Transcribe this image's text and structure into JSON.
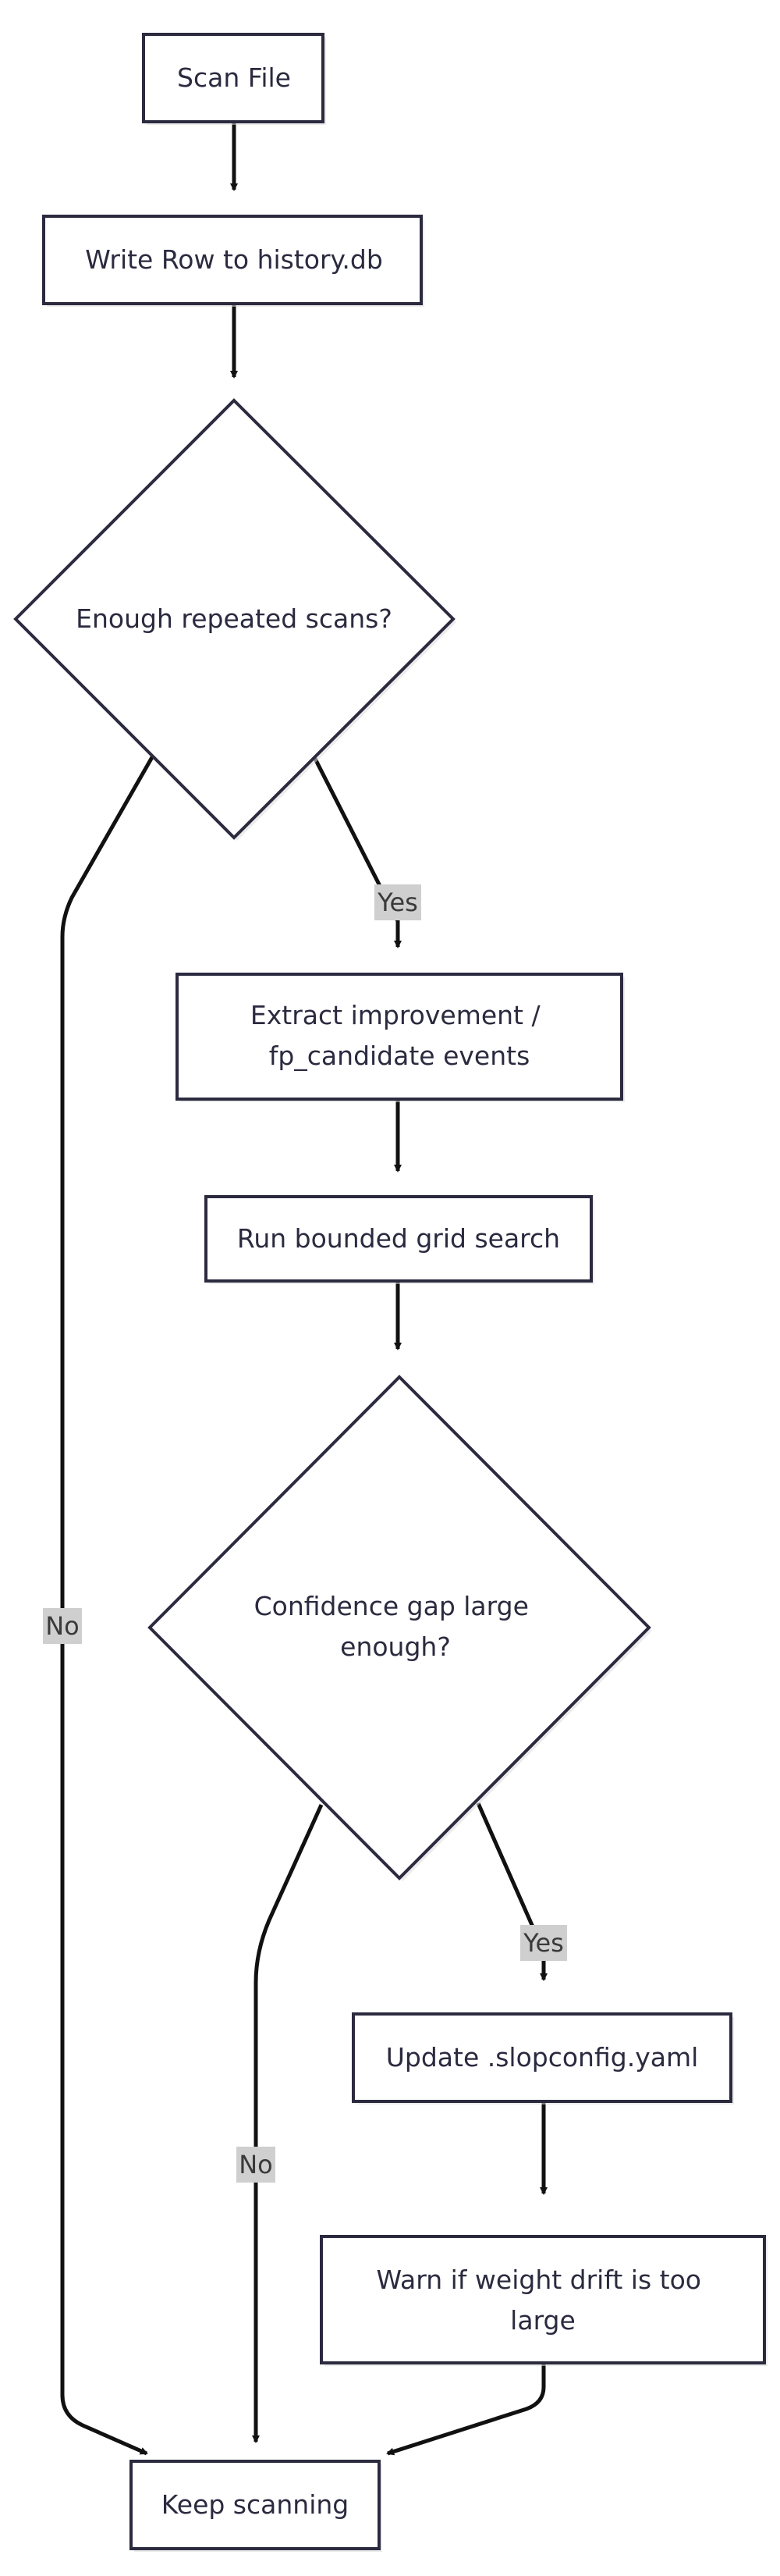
{
  "nodes": {
    "scan_file": {
      "lines": [
        "Scan File"
      ]
    },
    "write_row": {
      "lines": [
        "Write Row to history.db"
      ]
    },
    "enough_scans": {
      "lines": [
        "Enough repeated scans?"
      ]
    },
    "extract_events": {
      "lines": [
        "Extract improvement /",
        "fp_candidate events"
      ]
    },
    "grid_search": {
      "lines": [
        "Run bounded grid search"
      ]
    },
    "confidence_gap": {
      "lines": [
        "Confidence gap large",
        "enough?"
      ]
    },
    "update_config": {
      "lines": [
        "Update .slopconfig.yaml"
      ]
    },
    "warn_drift": {
      "lines": [
        "Warn if weight drift is too",
        "large"
      ]
    },
    "keep_scanning": {
      "lines": [
        "Keep scanning"
      ]
    }
  },
  "edge_labels": {
    "enough_yes": "Yes",
    "enough_no": "No",
    "confidence_yes": "Yes",
    "confidence_no": "No"
  },
  "colors": {
    "node_stroke": "#2b2a3f",
    "node_fill": "#ffffff",
    "edge": "#111111",
    "label_background": "#cfcfcf",
    "text": "#2b2a3f"
  }
}
